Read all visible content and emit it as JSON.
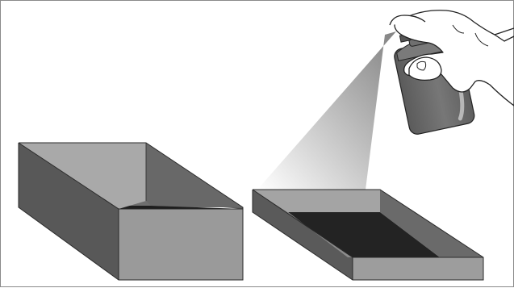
{
  "figure": {
    "caption": "",
    "objects": {
      "deep_box": "open-box",
      "shallow_tray": "open-tray",
      "spray": "spray-mist-cone",
      "hand": "hand-icon",
      "can": "spray-can-icon"
    }
  },
  "colors": {
    "background": "#ffffff",
    "frame": "#8a8a8a",
    "box_front": "#9a9a9a",
    "box_side": "#585858",
    "box_back_inner": "#6e6e6e",
    "box_top_face": "#a9a9a9",
    "box_floor": "#1e1e1e",
    "tray_front": "#9d9d9d",
    "tray_side": "#5a5a5a",
    "tray_rim": "#a4a4a4",
    "tray_floor": "#232323",
    "spray_dark": "#7c7c7c",
    "spray_light": "#ffffff",
    "can_body": "#6b6b6b",
    "can_highlight": "#b4b4b4",
    "hand_fill": "#ffffff",
    "outline": "#222222"
  }
}
